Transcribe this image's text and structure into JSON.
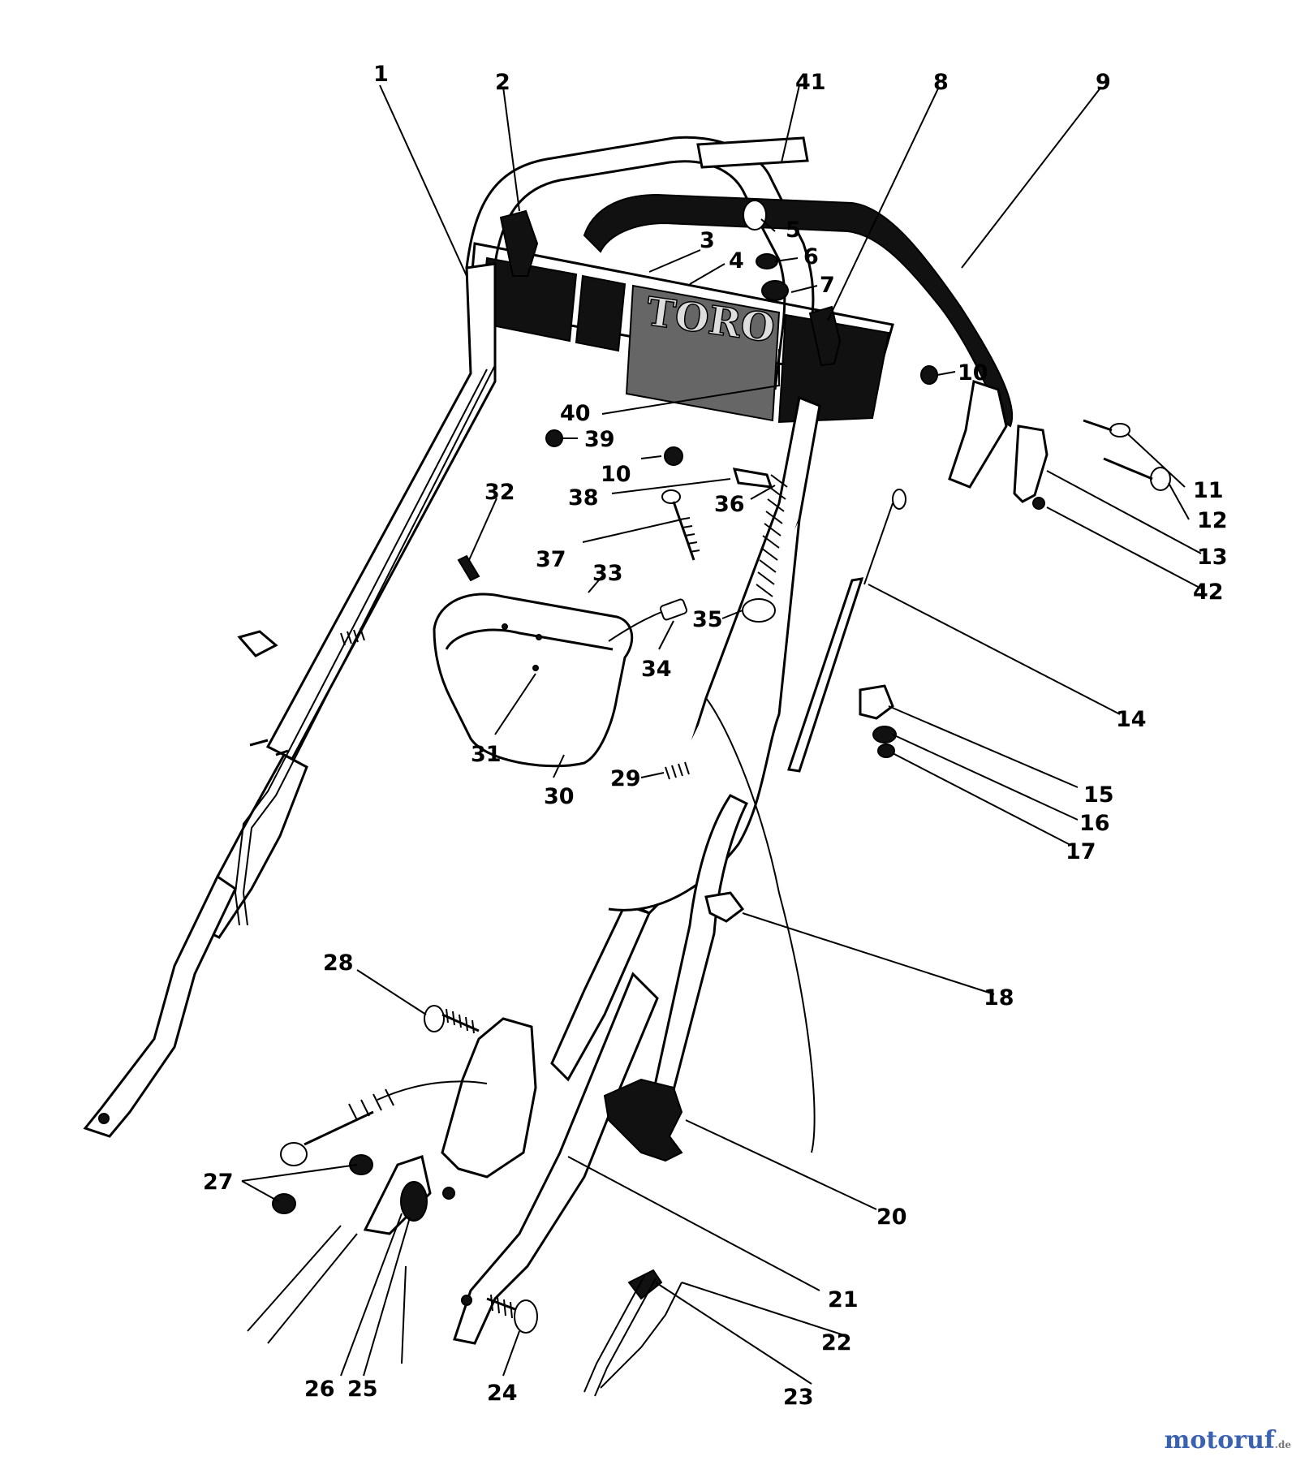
{
  "diagram": {
    "logo_text": "TORO",
    "part_labels": [
      "1",
      "2",
      "41",
      "8",
      "9",
      "3",
      "4",
      "5",
      "6",
      "7",
      "10",
      "40",
      "39",
      "10",
      "38",
      "36",
      "11",
      "12",
      "13",
      "42",
      "32",
      "33",
      "37",
      "35",
      "34",
      "14",
      "31",
      "30",
      "29",
      "15",
      "16",
      "17",
      "18",
      "28",
      "20",
      "27",
      "21",
      "22",
      "26",
      "25",
      "24",
      "23"
    ]
  },
  "watermark": {
    "text": "motoruf",
    "suffix": ".de"
  }
}
